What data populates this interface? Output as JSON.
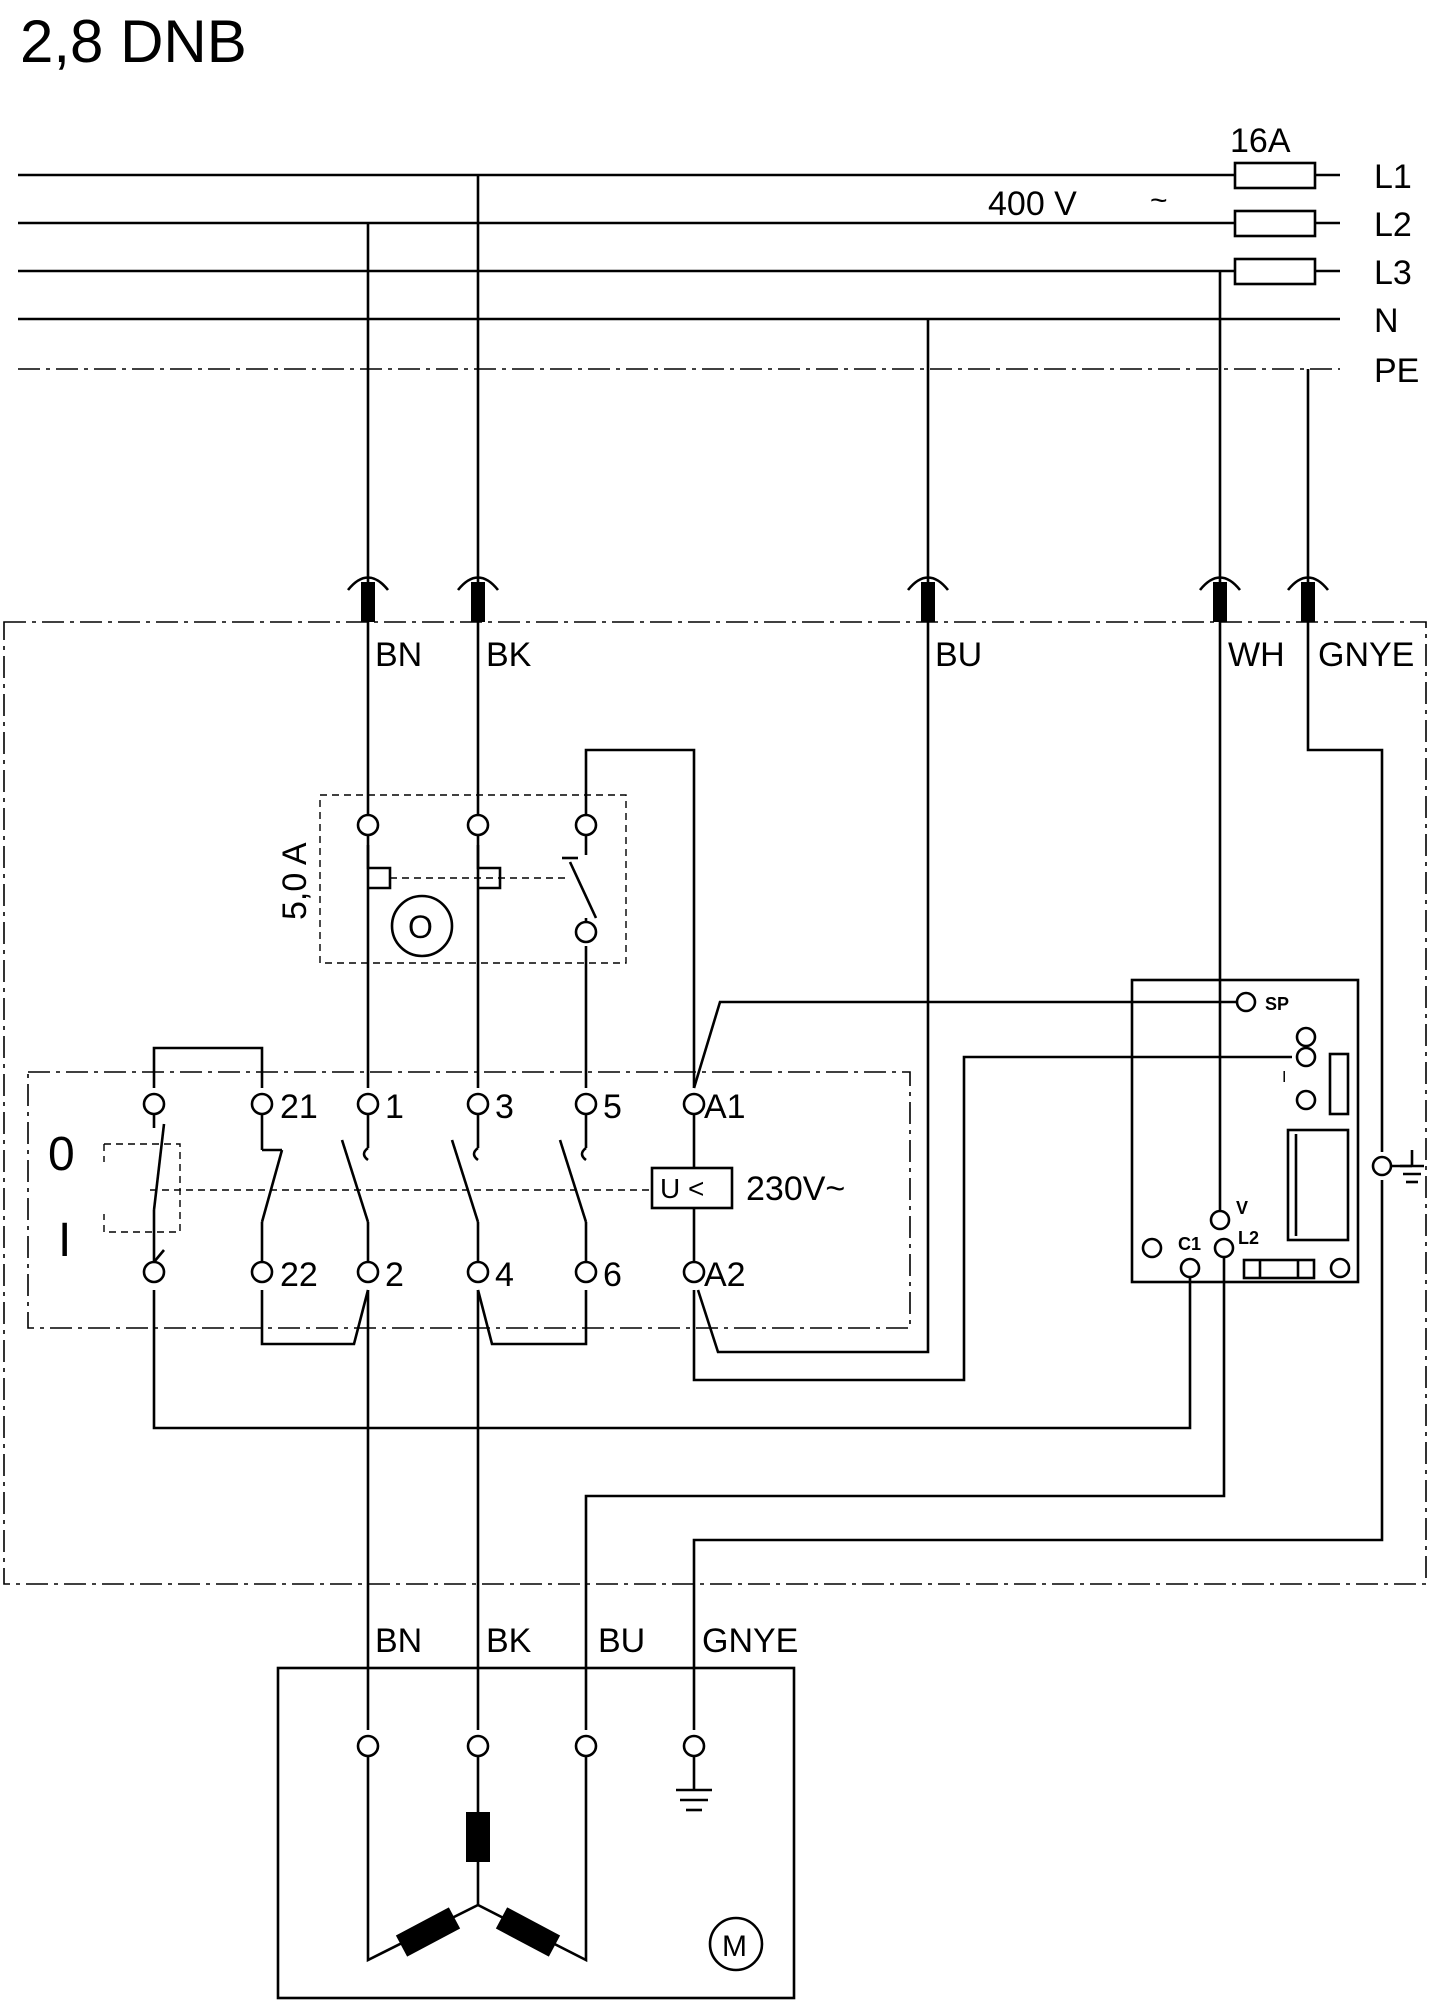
{
  "title": "2,8 DNB",
  "supply": {
    "voltage": "400 V",
    "voltage_symbol": "~",
    "fuse_rating": "16A",
    "lines": [
      "L1",
      "L2",
      "L3",
      "N",
      "PE"
    ]
  },
  "cable_colors_top": [
    "BN",
    "BK",
    "BU",
    "WH",
    "GNYE"
  ],
  "overload": {
    "rating": "5,0 A",
    "reset_symbol": "O"
  },
  "contactor": {
    "terminals_top": [
      "21",
      "1",
      "3",
      "5",
      "A1"
    ],
    "terminals_bottom": [
      "22",
      "2",
      "4",
      "6",
      "A2"
    ],
    "undervoltage_label": "U <",
    "coil_voltage": "230V~"
  },
  "switch_positions": [
    "0",
    "I"
  ],
  "control_board": {
    "labels": [
      "SP",
      "I",
      "V",
      "C1",
      "L2"
    ]
  },
  "cable_colors_motor": [
    "BN",
    "BK",
    "BU",
    "GNYE"
  ],
  "motor": {
    "symbol": "M"
  }
}
